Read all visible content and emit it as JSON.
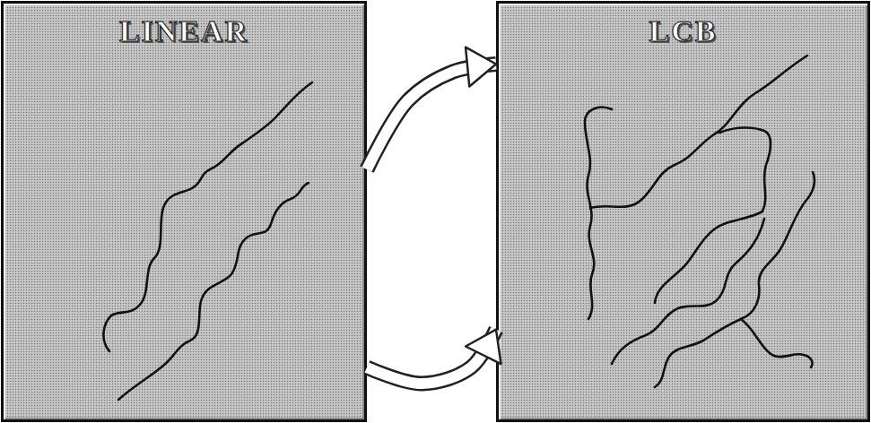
{
  "diagram": {
    "nodes": [
      {
        "text": [
          "LINEAR"
        ]
      },
      {
        "text": [
          "LCB"
        ]
      }
    ],
    "edges": [
      {
        "from": 0,
        "to": 1,
        "arrow": "to"
      },
      {
        "from": 0,
        "to": 1,
        "arrow": "to"
      }
    ]
  }
}
